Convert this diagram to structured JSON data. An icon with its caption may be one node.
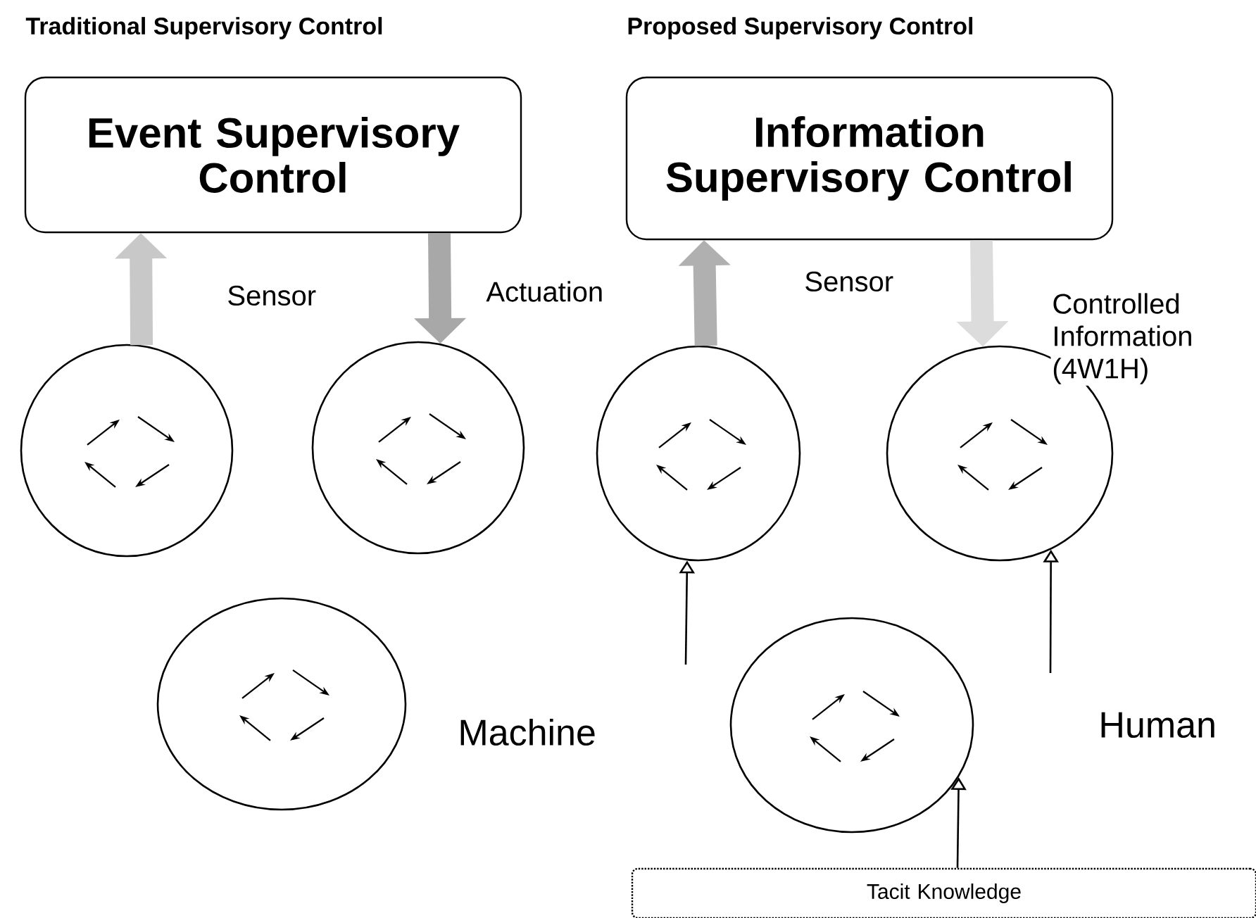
{
  "diagram": {
    "nodes": [
      {
        "text": [
          "Event Supervisory Control"
        ]
      },
      {
        "text": [
          "Information Supervisory Control"
        ]
      },
      {
        "text": [],
        "shape": "circle"
      },
      {
        "text": [],
        "shape": "circle"
      },
      {
        "text": [],
        "shape": "circle"
      },
      {
        "text": [],
        "shape": "circle"
      },
      {
        "text": [],
        "shape": "circle"
      },
      {
        "text": [],
        "shape": "circle"
      },
      {
        "text": [
          "Tacit Knowledge"
        ]
      }
    ],
    "edges": [
      {
        "from": 2,
        "to": 0,
        "arrow": "to",
        "label": "Sensor",
        "color": "#c8c8c8"
      },
      {
        "from": 0,
        "to": 3,
        "arrow": "to",
        "label": "Actuation",
        "color": "#a8a8a8"
      },
      {
        "from": 5,
        "to": 1,
        "arrow": "to",
        "label": "Sensor",
        "color": "#b0b0b0"
      },
      {
        "from": 1,
        "to": 6,
        "arrow": "to",
        "label": "Controlled Information (4W1H)",
        "color": "#dcdcdc"
      },
      {
        "from": null,
        "to": 5,
        "arrow": "to"
      },
      {
        "from": null,
        "to": 6,
        "arrow": "to"
      },
      {
        "from": 8,
        "to": 7,
        "arrow": "to"
      }
    ],
    "labels": [
      "Traditional Supervisory Control",
      "Proposed Supervisory Control",
      "Machine",
      "Human"
    ]
  }
}
